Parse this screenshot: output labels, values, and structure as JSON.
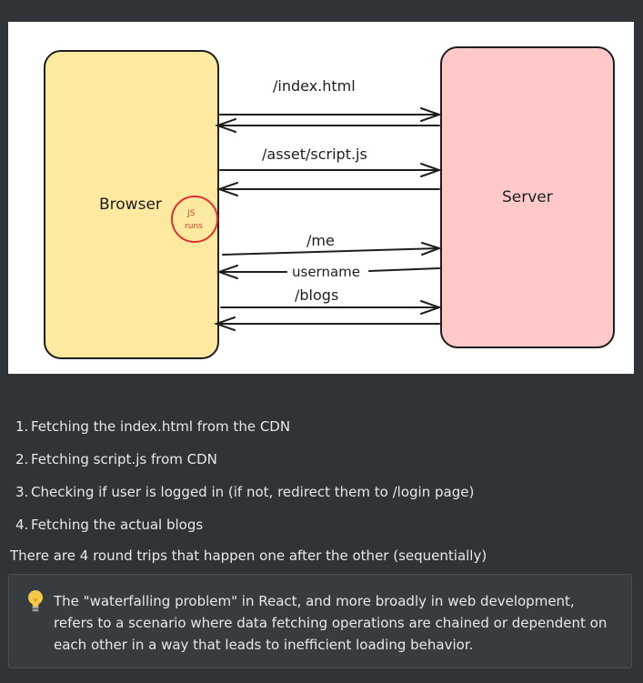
{
  "diagram": {
    "browser_label": "Browser",
    "server_label": "Server",
    "js_badge_line1": "JS",
    "js_badge_line2": "runs",
    "requests": {
      "index": "/index.html",
      "script": "/asset/script.js",
      "me": "/me",
      "username": "username",
      "blogs": "/blogs"
    },
    "colors": {
      "browser_fill": "#fde9a0",
      "server_fill": "#ffc9c9",
      "badge_stroke": "#e03131"
    }
  },
  "steps": [
    {
      "num": "1.",
      "text": "Fetching the index.html from the CDN"
    },
    {
      "num": "2.",
      "text": "Fetching script.js from CDN"
    },
    {
      "num": "3.",
      "text": "Checking if user is logged in (if not, redirect them to /login page)"
    },
    {
      "num": "4.",
      "text": "Fetching the actual blogs"
    }
  ],
  "summary": "There are 4 round trips that happen one after the other (sequentially)",
  "callout": {
    "icon": "lightbulb-icon",
    "text": "The \"waterfalling problem\" in React, and more broadly in web development, refers to a scenario where data fetching operations are chained or dependent on each other in a way that leads to inefficient loading behavior."
  }
}
